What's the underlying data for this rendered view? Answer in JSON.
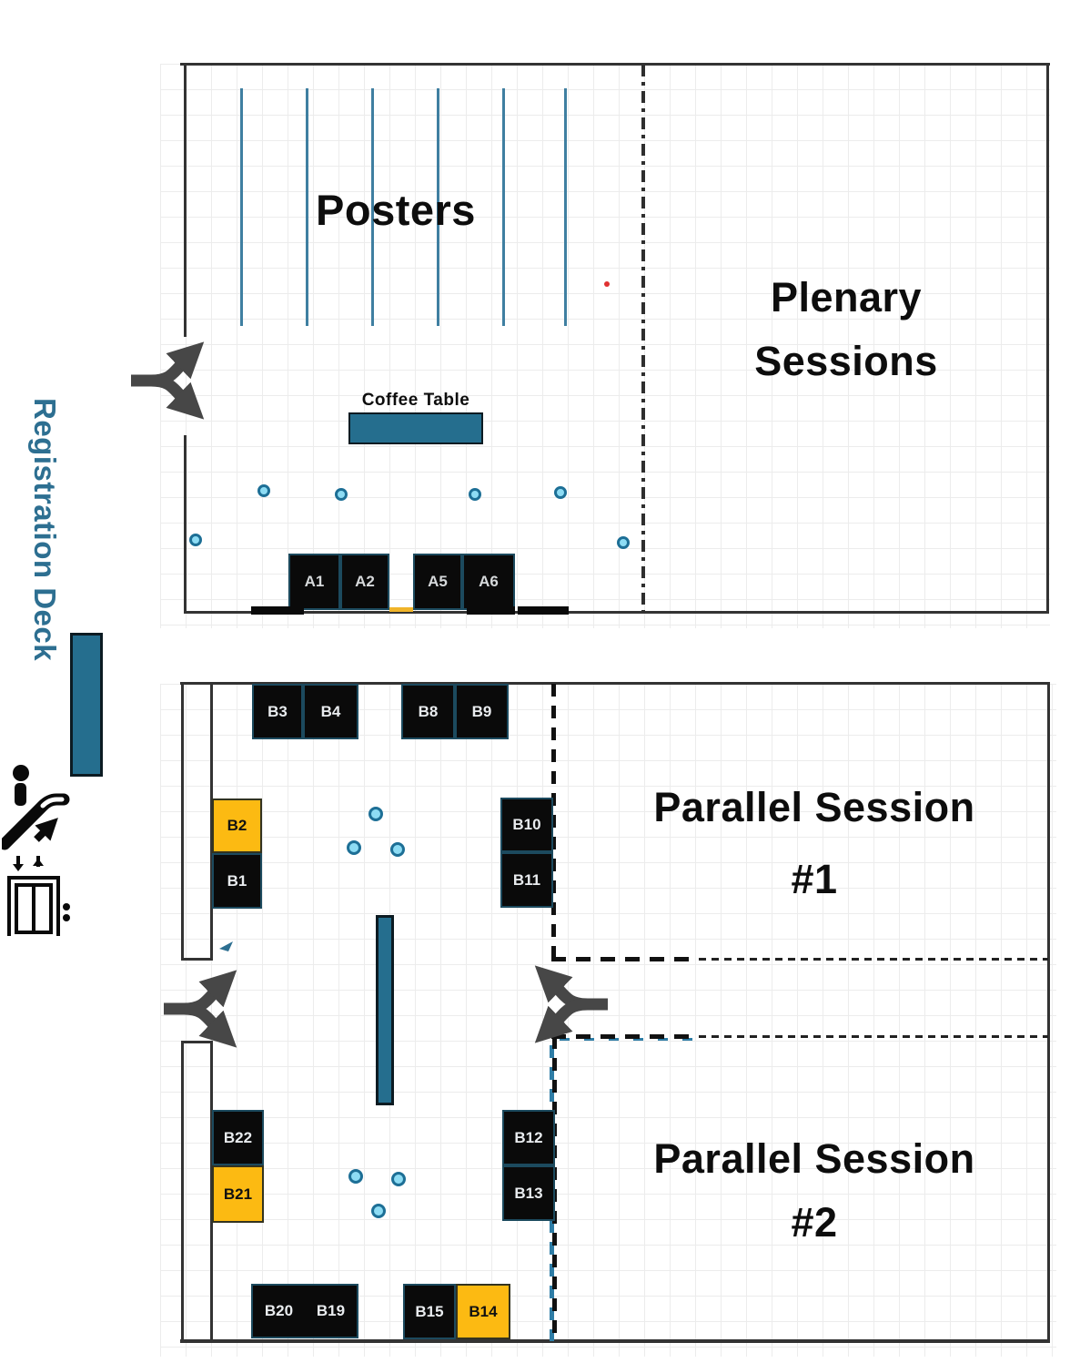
{
  "top_room": {
    "posters_title": "Posters",
    "plenary_line1": "Plenary",
    "plenary_line2": "Sessions",
    "coffee_table_label": "Coffee Table",
    "booths": {
      "A1": "A1",
      "A2": "A2",
      "A5": "A5",
      "A6": "A6"
    }
  },
  "left_rail": {
    "registration_label": "Registration Deck",
    "icons": {
      "escalator": "escalator-icon",
      "elevator": "elevator-icon"
    }
  },
  "lower_section": {
    "parallel1_line1": "Parallel Session",
    "parallel1_line2": "#1",
    "parallel2_line1": "Parallel Session",
    "parallel2_line2": "#2",
    "booths": {
      "B1": "B1",
      "B2": "B2",
      "B3": "B3",
      "B4": "B4",
      "B8": "B8",
      "B9": "B9",
      "B10": "B10",
      "B11": "B11",
      "B12": "B12",
      "B13": "B13",
      "B14": "B14",
      "B15": "B15",
      "B19": "B19",
      "B20": "B20",
      "B21": "B21",
      "B22": "B22"
    }
  },
  "colors": {
    "teal": "#256e8e",
    "poster_line": "#3f7fa1",
    "booth_black": "#0a0a0a",
    "booth_yellow": "#fcba12",
    "arrow_gray": "#474747",
    "accent_text": "#2d6f91",
    "chair_fill": "#8ddcf4",
    "chair_stroke": "#1d6f96",
    "red_dot": "#e03131"
  }
}
